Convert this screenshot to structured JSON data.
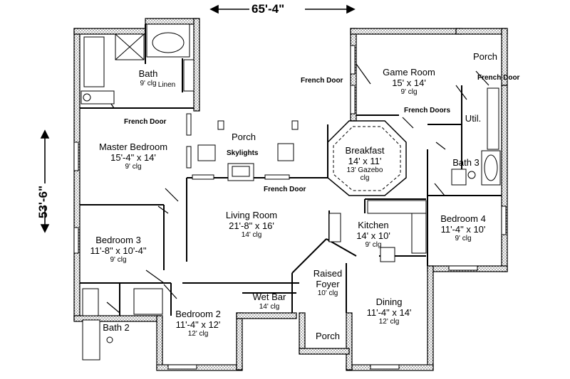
{
  "dimensions": {
    "width_label": "65'-4\"",
    "depth_label": "53'-6\""
  },
  "rooms": {
    "bath_master": {
      "name": "Bath",
      "ceiling": "9' clg"
    },
    "linen": {
      "name": "Linen"
    },
    "master_bedroom": {
      "name": "Master Bedroom",
      "dims": "15'-4\" x 14'",
      "ceiling": "9' clg"
    },
    "porch_rear": {
      "name": "Porch"
    },
    "game_room": {
      "name": "Game Room",
      "dims": "15' x 14'",
      "ceiling": "9' clg"
    },
    "porch_side": {
      "name": "Porch"
    },
    "breakfast": {
      "name": "Breakfast",
      "dims": "14' x 11'",
      "ceiling": "13' Gazebo",
      "ceiling2": "clg"
    },
    "util": {
      "name": "Util."
    },
    "bath3": {
      "name": "Bath 3"
    },
    "living_room": {
      "name": "Living Room",
      "dims": "21'-8\" x 16'",
      "ceiling": "14' clg"
    },
    "kitchen": {
      "name": "Kitchen",
      "dims": "14' x 10'",
      "ceiling": "9' clg"
    },
    "bedroom4": {
      "name": "Bedroom 4",
      "dims": "11'-4\" x 10'",
      "ceiling": "9' clg"
    },
    "bedroom3": {
      "name": "Bedroom 3",
      "dims": "11'-8\" x 10'-4\"",
      "ceiling": "9' clg"
    },
    "raised_foyer": {
      "name": "Raised",
      "name2": "Foyer",
      "ceiling": "10' clg"
    },
    "wet_bar": {
      "name": "Wet Bar",
      "ceiling": "14' clg"
    },
    "bedroom2": {
      "name": "Bedroom 2",
      "dims": "11'-4\" x 12'",
      "ceiling": "12' clg"
    },
    "dining": {
      "name": "Dining",
      "dims": "11'-4\" x 14'",
      "ceiling": "12' clg"
    },
    "bath2": {
      "name": "Bath 2"
    },
    "porch_front": {
      "name": "Porch"
    }
  },
  "notes": {
    "french_door_master": "French Door",
    "french_door_game_left": "French Door",
    "french_door_game_right": "French Door",
    "french_doors_game": "French Doors",
    "french_door_living": "French Door",
    "skylights": "Skylights"
  }
}
